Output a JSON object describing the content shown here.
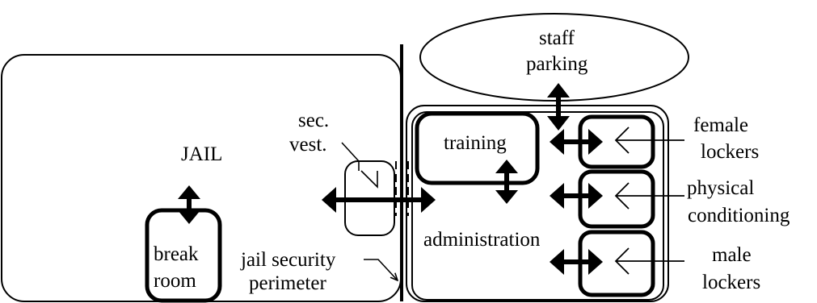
{
  "labels": {
    "jail": "JAIL",
    "break_line1": "break",
    "break_line2": "room",
    "sec_line1": "sec.",
    "sec_line2": "vest.",
    "perimeter_line1": "jail security",
    "perimeter_line2": "perimeter",
    "staff_line1": "staff",
    "staff_line2": "parking",
    "training": "training",
    "administration": "administration",
    "female_line1": "female",
    "female_line2": "lockers",
    "physical_line1": "physical",
    "physical_line2": "conditioning",
    "male_line1": "male",
    "male_line2": "lockers"
  }
}
